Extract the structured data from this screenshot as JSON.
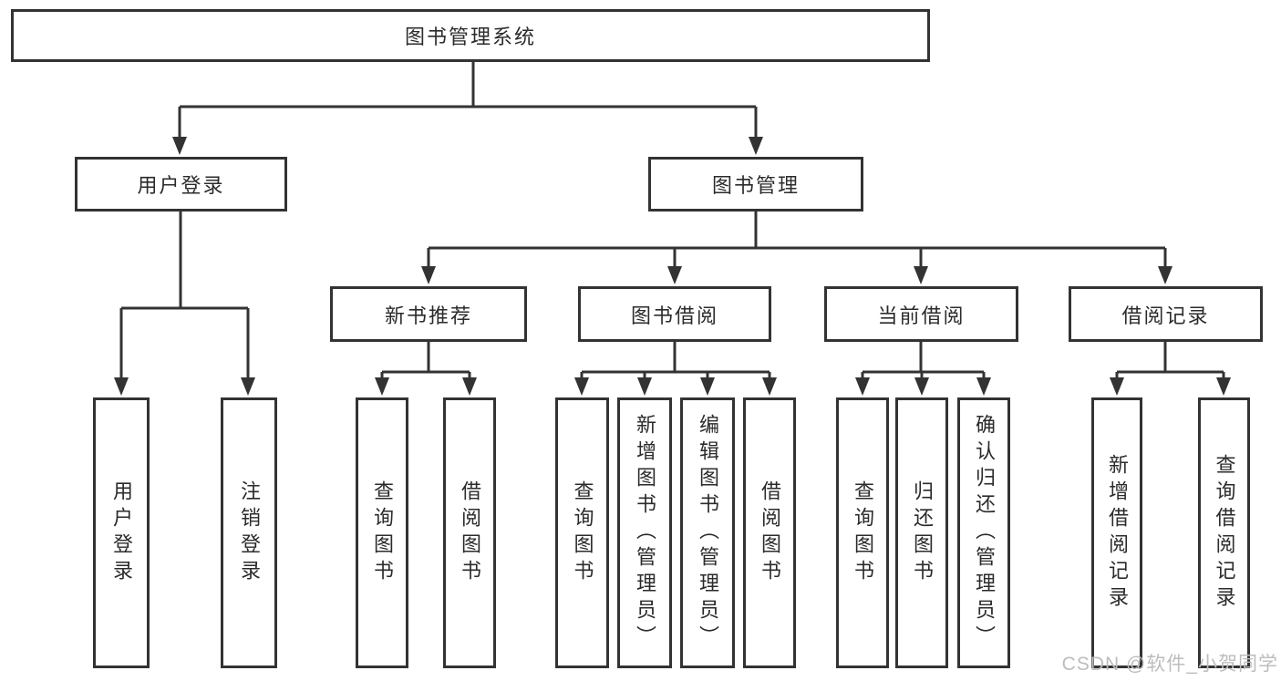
{
  "diagram": {
    "root": "图书管理系统",
    "level2": [
      "用户登录",
      "图书管理"
    ],
    "level3": [
      "新书推荐",
      "图书借阅",
      "当前借阅",
      "借阅记录"
    ],
    "leaves_user": [
      "用户登录",
      "注销登录"
    ],
    "leaves_recommend": [
      "查询图书",
      "借阅图书"
    ],
    "leaves_borrow": [
      "查询图书",
      "新增图书（管理员）",
      "编辑图书（管理员）",
      "借阅图书"
    ],
    "leaves_current": [
      "查询图书",
      "归还图书",
      "确认归还（管理员）"
    ],
    "leaves_records": [
      "新增借阅记录",
      "查询借阅记录"
    ]
  },
  "watermark": "CSDN @软件_小贺同学",
  "colors": {
    "line": "#333333",
    "text": "#2b2b2b",
    "watermark": "#bdbdbd",
    "background": "#ffffff"
  }
}
